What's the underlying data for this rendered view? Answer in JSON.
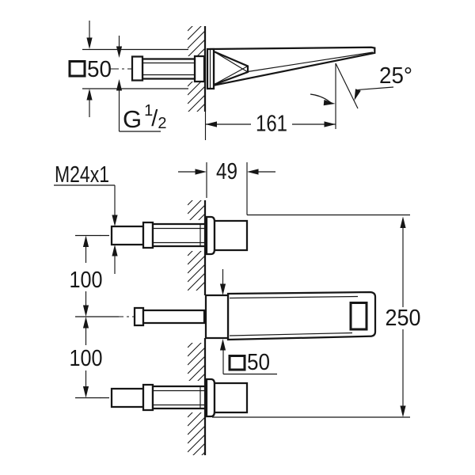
{
  "top_view": {
    "square_size": "50",
    "square_symbol": "square-symbol",
    "thread_letter": "G",
    "thread_numerator": "1",
    "thread_slash": "/",
    "thread_denominator": "2",
    "projection": "161",
    "angle": "25°"
  },
  "front_view": {
    "valve_thread": "M24x1",
    "wall_depth": "49",
    "pitch_upper": "100",
    "pitch_lower": "100",
    "overall_height": "250",
    "square_size": "50",
    "square_symbol": "square-symbol"
  },
  "colors": {
    "line": "#161616",
    "background": "#ffffff"
  }
}
